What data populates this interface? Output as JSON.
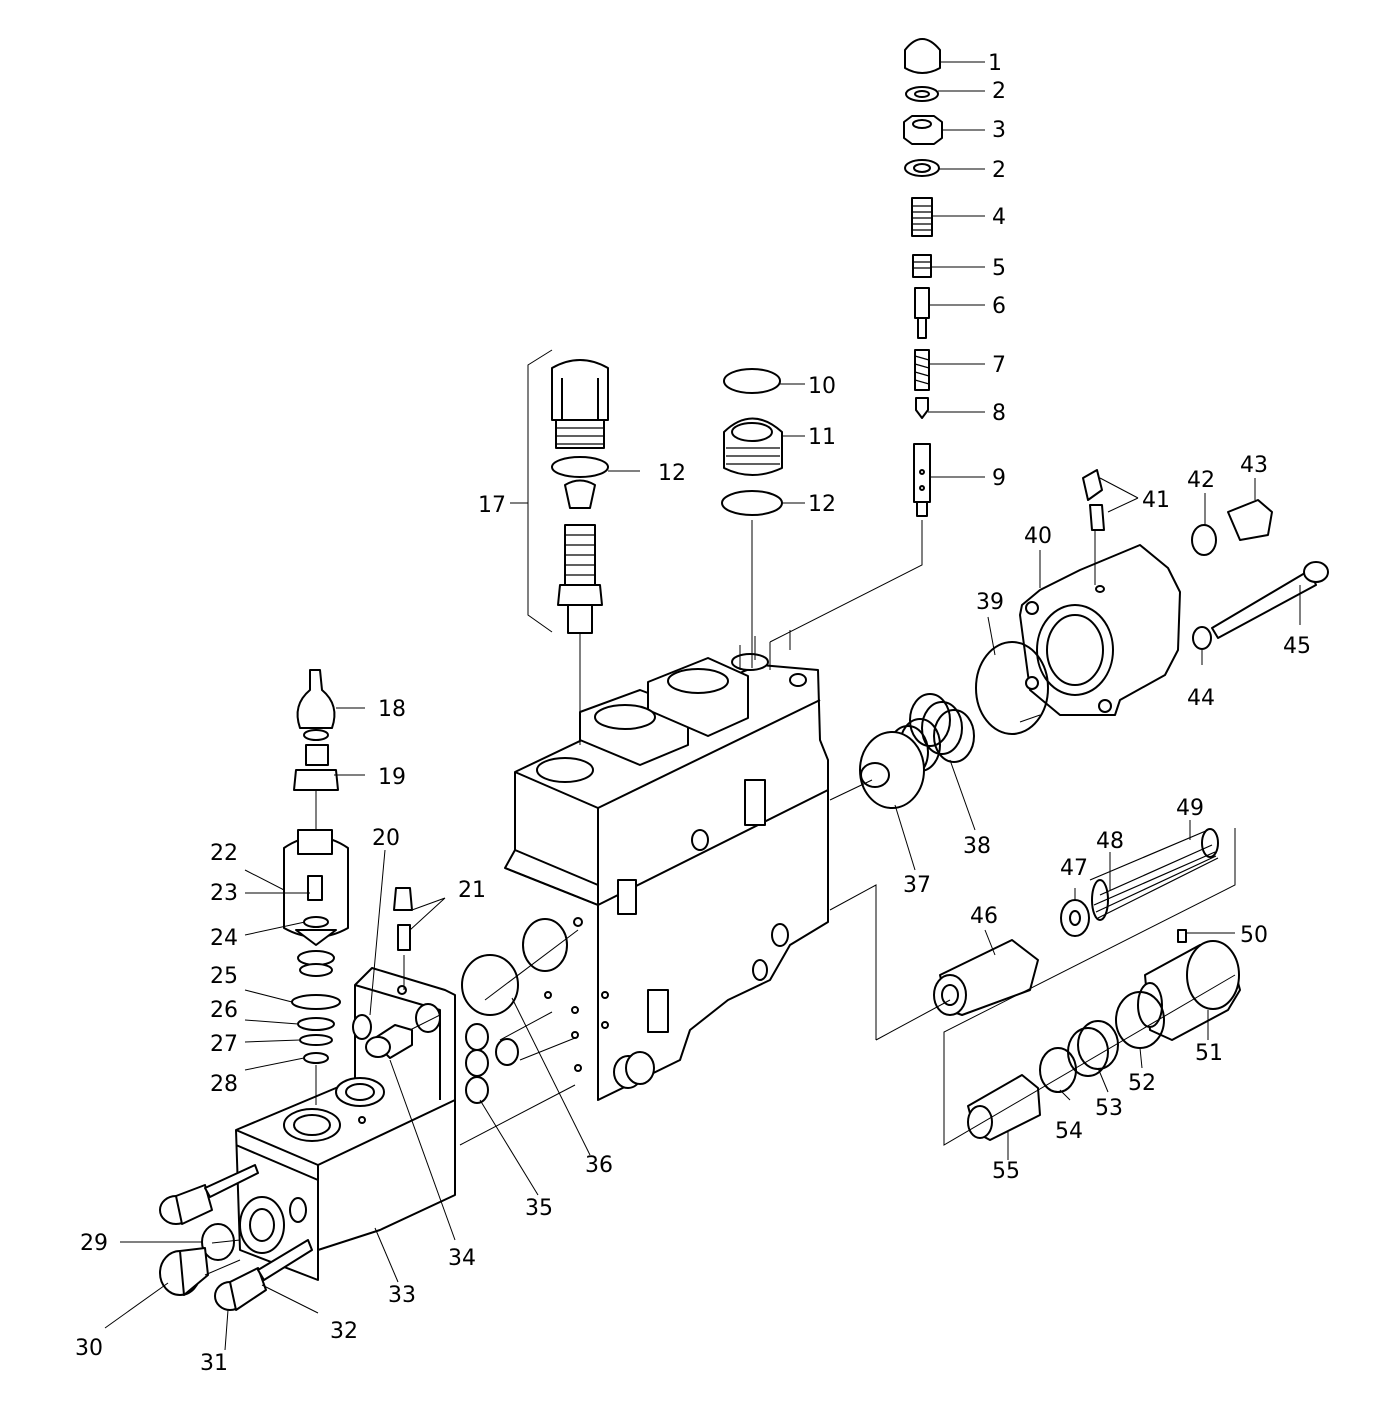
{
  "diagram": {
    "labels": [
      "1",
      "2",
      "3",
      "2",
      "4",
      "5",
      "6",
      "7",
      "8",
      "9",
      "10",
      "11",
      "12",
      "12",
      "17",
      "18",
      "19",
      "20",
      "21",
      "22",
      "23",
      "24",
      "25",
      "26",
      "27",
      "28",
      "29",
      "30",
      "31",
      "32",
      "33",
      "34",
      "35",
      "36",
      "37",
      "38",
      "39",
      "40",
      "41",
      "42",
      "43",
      "44",
      "45",
      "46",
      "47",
      "48",
      "49",
      "50",
      "51",
      "52",
      "53",
      "54",
      "55"
    ]
  }
}
